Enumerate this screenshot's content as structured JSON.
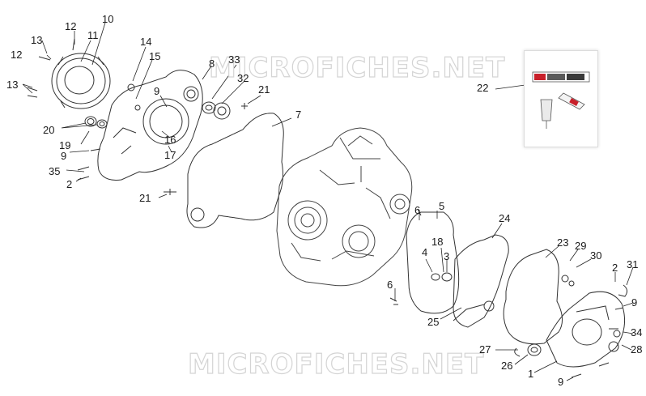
{
  "watermark": "MICROFICHES.NET",
  "part_labels": [
    "1",
    "2",
    "3",
    "4",
    "5",
    "6",
    "7",
    "8",
    "9",
    "10",
    "11",
    "12",
    "13",
    "14",
    "15",
    "16",
    "17",
    "18",
    "19",
    "20",
    "21",
    "22",
    "23",
    "24",
    "25",
    "26",
    "27",
    "28",
    "29",
    "30",
    "31",
    "32",
    "33",
    "34",
    "35"
  ],
  "colors": {
    "line": "#333333",
    "label": "#1a1a1a",
    "watermark_stroke": "#d4d4d4",
    "tube_red": "#c8202a"
  }
}
